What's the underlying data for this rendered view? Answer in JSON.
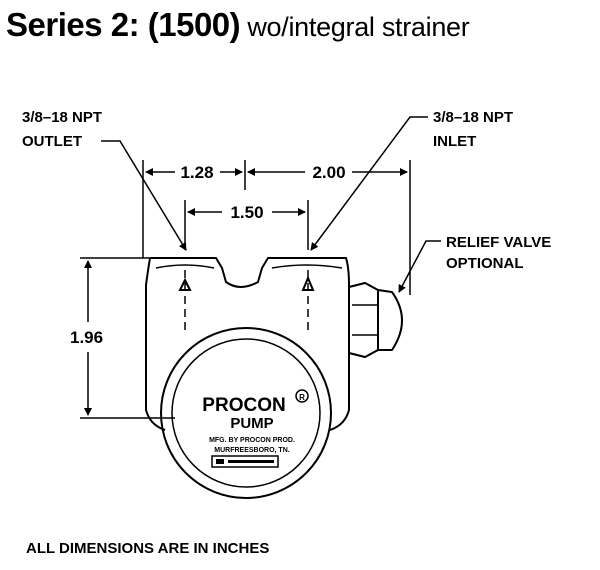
{
  "title": {
    "bold": "Series 2: (1500)",
    "rest": " wo/integral strainer"
  },
  "labels": {
    "outlet_npt": "3/8–18 NPT",
    "outlet": "OUTLET",
    "inlet_npt": "3/8–18 NPT",
    "inlet": "INLET",
    "relief_1": "RELIEF VALVE",
    "relief_2": "OPTIONAL"
  },
  "dimensions": {
    "d1": "1.28",
    "d2": "2.00",
    "d3": "1.50",
    "d4": "1.96"
  },
  "nameplate": {
    "brand": "PROCON",
    "product": "PUMP",
    "line1": "MFG. BY PROCON PROD.",
    "line2": "MURFREESBORO, TN."
  },
  "footer": "ALL DIMENSIONS ARE IN INCHES"
}
